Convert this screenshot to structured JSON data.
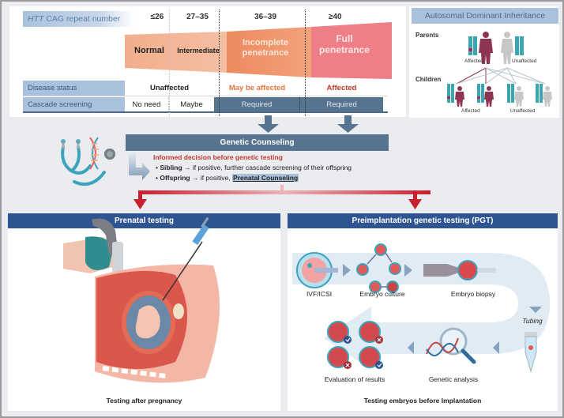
{
  "cag_table": {
    "label_gene": "HTT",
    "label_rest": " CAG repeat number",
    "ranges": [
      "≤26",
      "27–35",
      "36–39",
      "≥40"
    ],
    "categories": [
      {
        "line1": "Normal",
        "line2": ""
      },
      {
        "line1": "Intermediate",
        "line2": ""
      },
      {
        "line1": "Incomplete",
        "line2": "penetrance"
      },
      {
        "line1": "Full",
        "line2": "penetrance"
      }
    ],
    "rows": [
      {
        "header": "Disease status",
        "cells": [
          "Unaffected",
          "May be affected",
          "Affected"
        ]
      },
      {
        "header": "Cascade screening",
        "cells": [
          "No need",
          "Maybe",
          "Required",
          "Required"
        ]
      }
    ],
    "colors": {
      "normal": "#f2b08f",
      "incomplete": "#ef8a63",
      "full": "#ef7f86",
      "may_be_affected": "#e8733a",
      "affected": "#c0392b"
    }
  },
  "inheritance": {
    "title": "Autosomal Dominant Inheritance",
    "parents_label": "Parents",
    "children_label": "Children",
    "parent_affected": "Affected",
    "parent_unaffected": "Unaffected",
    "children_affected": "Affected",
    "children_unaffected": "Unaffected"
  },
  "counseling": {
    "title": "Genetic Counseling",
    "subtitle": "Informed decision before genetic testing",
    "bullets": [
      {
        "bold": "Sibling",
        "text": " → if positive, further cascade screening of their offspring",
        "link": ""
      },
      {
        "bold": "Offspring",
        "text": " → if positive, ",
        "link": "Prenatal Counseling"
      }
    ]
  },
  "prenatal": {
    "title": "Prenatal testing",
    "caption": "Testing after pregnancy"
  },
  "pgt": {
    "title": "Preimplantation genetic testing (PGT)",
    "steps": {
      "ivf": "IVF/ICSI",
      "culture": "Embryo culture",
      "biopsy": "Embryo biopsy",
      "tubing": "Tubing",
      "analysis": "Genetic analysis",
      "evaluation": "Evaluation of results"
    },
    "caption": "Testing embryos before Implantation"
  }
}
